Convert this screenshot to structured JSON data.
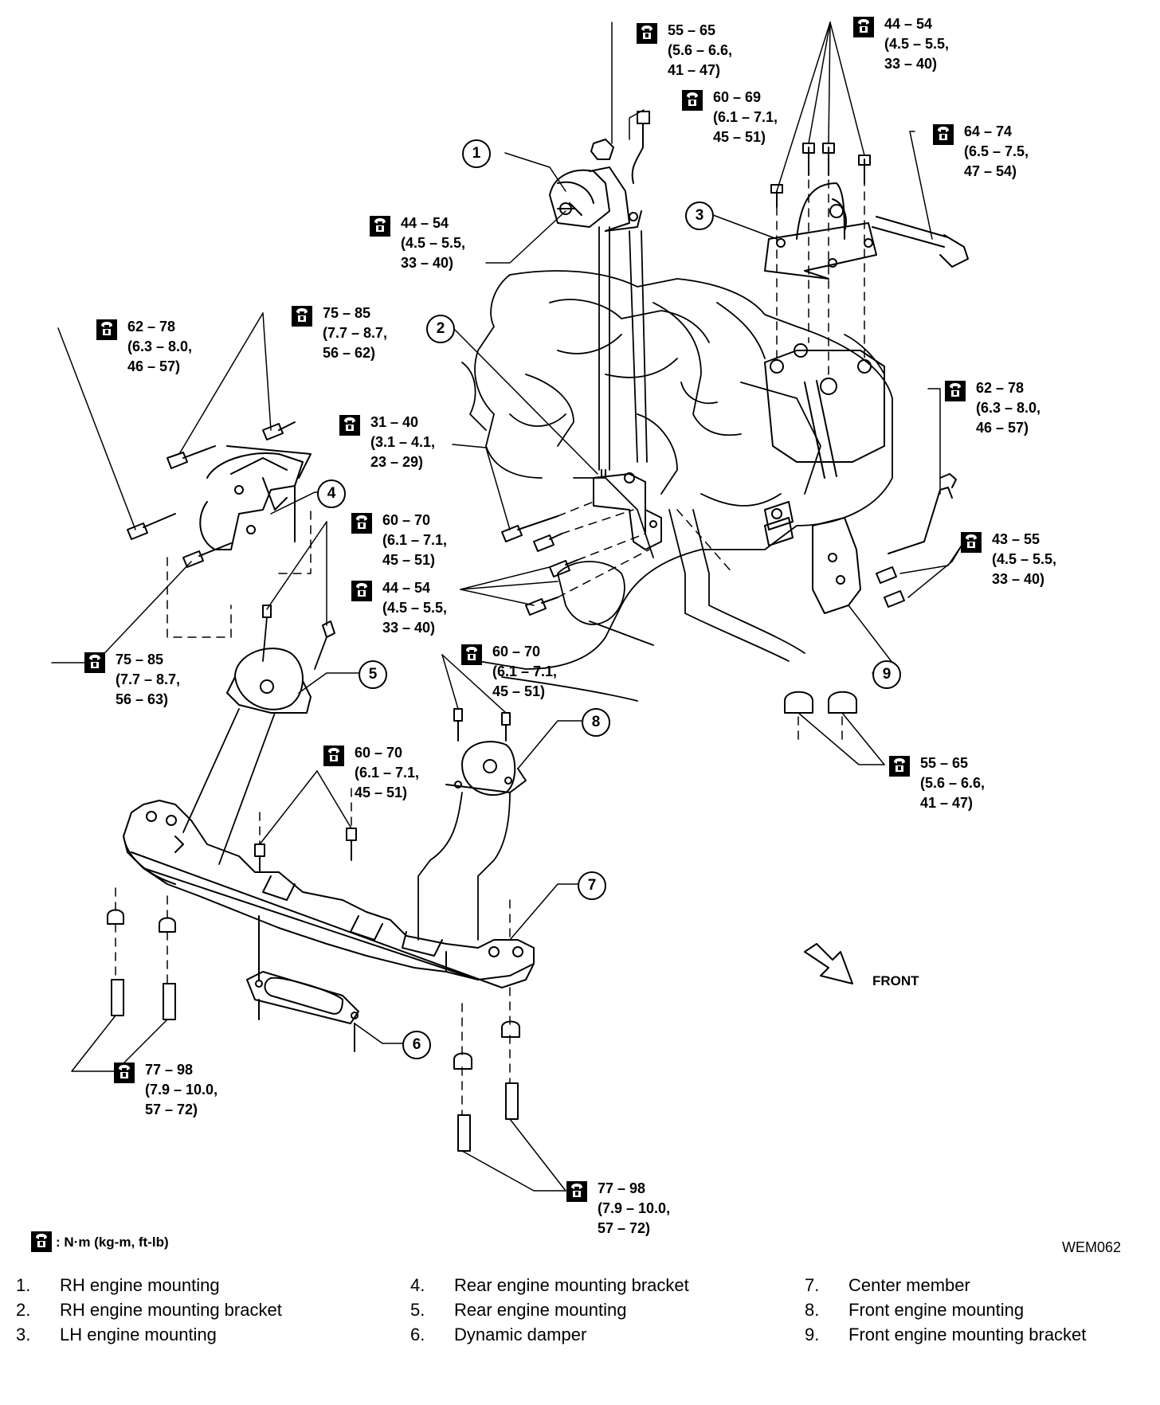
{
  "torque_specs": [
    {
      "id": "t-top-center",
      "lines": [
        "55 – 65",
        "(5.6 – 6.6,",
        "41 – 47)"
      ]
    },
    {
      "id": "t-top-center-2",
      "lines": [
        "60 – 69",
        "(6.1 – 7.1,",
        "45 – 51)"
      ]
    },
    {
      "id": "t-top-right",
      "lines": [
        "44 – 54",
        "(4.5 – 5.5,",
        "33 – 40)"
      ]
    },
    {
      "id": "t-lh-bolt",
      "lines": [
        "64 – 74",
        "(6.5 – 7.5,",
        "47 – 54)"
      ]
    },
    {
      "id": "t-rh-mount",
      "lines": [
        "44 – 54",
        "(4.5 – 5.5,",
        "33 – 40)"
      ]
    },
    {
      "id": "t-left-1",
      "lines": [
        "62 – 78",
        "(6.3 – 8.0,",
        "46 – 57)"
      ]
    },
    {
      "id": "t-left-2",
      "lines": [
        "75 – 85",
        "(7.7 – 8.7,",
        "56 – 62)"
      ]
    },
    {
      "id": "t-center-1",
      "lines": [
        "31 – 40",
        "(3.1 – 4.1,",
        "23 – 29)"
      ]
    },
    {
      "id": "t-right-bolt",
      "lines": [
        "62 – 78",
        "(6.3 – 8.0,",
        "46 – 57)"
      ]
    },
    {
      "id": "t-rear-bracket",
      "lines": [
        "60 – 70",
        "(6.1 – 7.1,",
        "45 – 51)"
      ]
    },
    {
      "id": "t-center-2",
      "lines": [
        "44 – 54",
        "(4.5 – 5.5,",
        "33 – 40)"
      ]
    },
    {
      "id": "t-front-bracket",
      "lines": [
        "43 – 55",
        "(4.5 – 5.5,",
        "33 – 40)"
      ]
    },
    {
      "id": "t-left-3",
      "lines": [
        "75 – 85",
        "(7.7 – 8.7,",
        "56 – 63)"
      ]
    },
    {
      "id": "t-front-mount",
      "lines": [
        "60 – 70",
        "(6.1 – 7.1,",
        "45 – 51)"
      ]
    },
    {
      "id": "t-center-3",
      "lines": [
        "60 – 70",
        "(6.1 – 7.1,",
        "45 – 51)"
      ]
    },
    {
      "id": "t-right-nuts",
      "lines": [
        "55 – 65",
        "(5.6 – 6.6,",
        "41 – 47)"
      ]
    },
    {
      "id": "t-member-left",
      "lines": [
        "77 – 98",
        "(7.9 – 10.0,",
        "57 – 72)"
      ]
    },
    {
      "id": "t-member-right",
      "lines": [
        "77 – 98",
        "(7.9 – 10.0,",
        "57 – 72)"
      ]
    }
  ],
  "callouts": [
    "1",
    "2",
    "3",
    "4",
    "5",
    "6",
    "7",
    "8",
    "9"
  ],
  "front_label": "FRONT",
  "figure_code": "WEM062",
  "unit_note": ": N·m (kg-m, ft-lb)",
  "legend": [
    {
      "num": "1.",
      "label": "RH engine mounting"
    },
    {
      "num": "2.",
      "label": "RH engine mounting bracket"
    },
    {
      "num": "3.",
      "label": "LH engine mounting"
    },
    {
      "num": "4.",
      "label": "Rear engine mounting bracket"
    },
    {
      "num": "5.",
      "label": "Rear engine mounting"
    },
    {
      "num": "6.",
      "label": "Dynamic damper"
    },
    {
      "num": "7.",
      "label": "Center member"
    },
    {
      "num": "8.",
      "label": "Front engine mounting"
    },
    {
      "num": "9.",
      "label": "Front engine mounting bracket"
    }
  ],
  "colors": {
    "line": "#000000",
    "background": "#ffffff"
  }
}
